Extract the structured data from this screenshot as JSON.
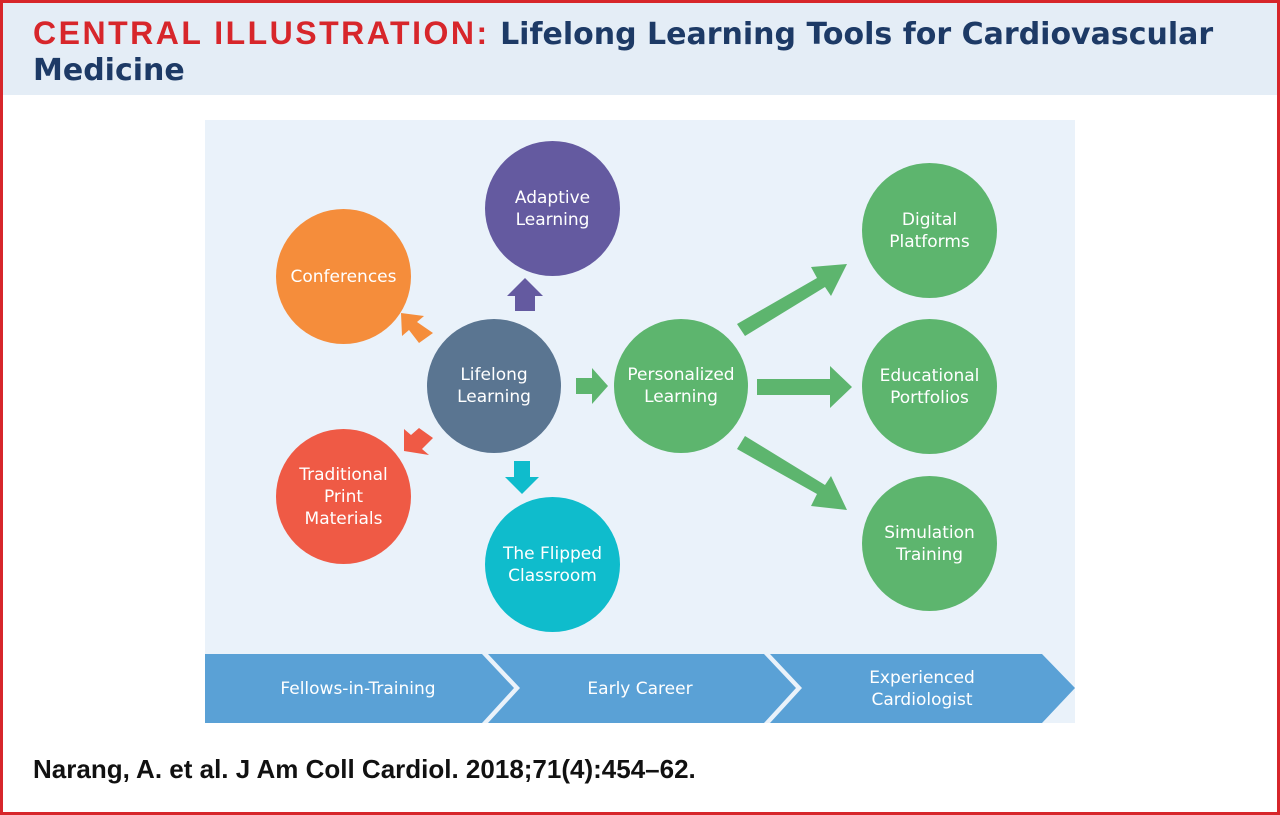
{
  "header": {
    "lead": "CENTRAL ILLUSTRATION:",
    "title": "Lifelong Learning Tools for Cardiovascular Medicine"
  },
  "nodes": {
    "lifelong": {
      "label": "Lifelong\nLearning",
      "color": "#5a7591"
    },
    "adaptive": {
      "label": "Adaptive\nLearning",
      "color": "#645aa0"
    },
    "conferences": {
      "label": "Conferences",
      "color": "#f58d3b"
    },
    "traditional": {
      "label": "Traditional\nPrint\nMaterials",
      "color": "#ef5a45"
    },
    "flipped": {
      "label": "The Flipped\nClassroom",
      "color": "#0fbccc"
    },
    "personalized": {
      "label": "Personalized\nLearning",
      "color": "#5db56e"
    },
    "digital": {
      "label": "Digital\nPlatforms",
      "color": "#5db56e"
    },
    "portfolios": {
      "label": "Educational\nPortfolios",
      "color": "#5db56e"
    },
    "simulation": {
      "label": "Simulation\nTraining",
      "color": "#5db56e"
    }
  },
  "stages": [
    {
      "label": "Fellows-in-Training"
    },
    {
      "label": "Early Career"
    },
    {
      "label": "Experienced\nCardiologist"
    }
  ],
  "colors": {
    "stage": "#5aa1d6",
    "panel": "#eaf2fa",
    "accent": "#d7262b",
    "navy": "#1d3a66"
  },
  "citation": "Narang, A. et al. J Am Coll Cardiol. 2018;71(4):454–62."
}
